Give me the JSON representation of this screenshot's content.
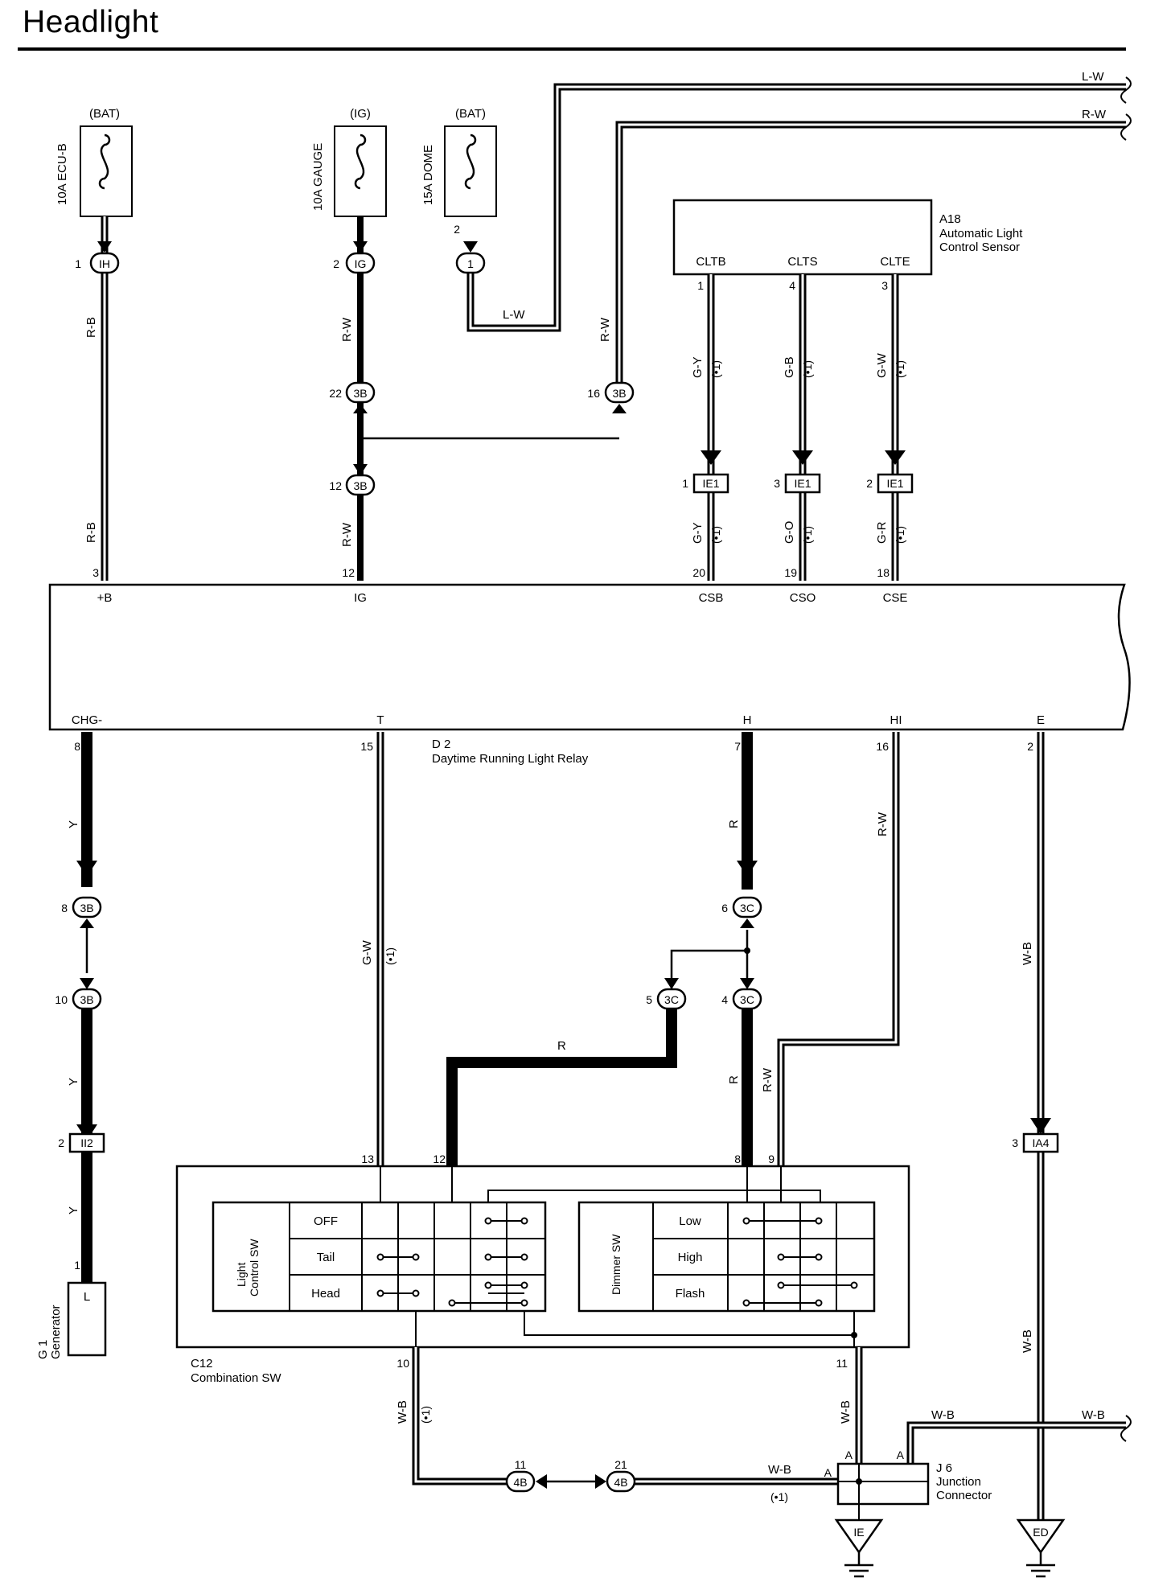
{
  "title": "Headlight",
  "sources": [
    {
      "supply": "(BAT)",
      "fuse": "10A ECU-B"
    },
    {
      "supply": "(IG)",
      "fuse": "10A GAUGE"
    },
    {
      "supply": "(BAT)",
      "fuse": "15A DOME"
    }
  ],
  "wires": {
    "lw": "L-W",
    "rw": "R-W",
    "rb": "R-B",
    "gy": "G-Y",
    "gb": "G-B",
    "gw": "G-W",
    "go": "G-O",
    "gr": "G-R",
    "y": "Y",
    "r": "R",
    "wb": "W-B",
    "note1": "(•1)"
  },
  "connectors": {
    "ih": "IH",
    "ig": "IG",
    "one": "1",
    "b3": "3B",
    "c3": "3C",
    "ie1": "IE1",
    "ii2": "II2",
    "ia4": "IA4",
    "b4": "4B",
    "ie": "IE",
    "ed": "ED",
    "l": "L"
  },
  "pins": {
    "p1": "1",
    "p2": "2",
    "p3": "3",
    "p4": "4",
    "p5": "5",
    "p6": "6",
    "p7": "7",
    "p8": "8",
    "p9": "9",
    "p10": "10",
    "p11": "11",
    "p12": "12",
    "p13": "13",
    "p15": "15",
    "p16": "16",
    "p18": "18",
    "p19": "19",
    "p20": "20",
    "p21": "21",
    "p22": "22",
    "pa": "A"
  },
  "sensor": {
    "id": "A18",
    "name_line1": "Automatic Light",
    "name_line2": "Control Sensor",
    "terminals": [
      "CLTB",
      "CLTS",
      "CLTE"
    ]
  },
  "relay": {
    "id": "D 2",
    "name": "Daytime Running Light Relay",
    "top_terminals": [
      "+B",
      "IG",
      "CSB",
      "CSO",
      "CSE"
    ],
    "bottom_terminals": [
      "CHG-",
      "T",
      "H",
      "HI",
      "E"
    ]
  },
  "generator": {
    "id": "G 1",
    "name": "Generator"
  },
  "combination_sw": {
    "id": "C12",
    "name": "Combination SW",
    "light_sw_line1": "Light",
    "light_sw_line2": "Control SW",
    "light_positions": [
      "OFF",
      "Tail",
      "Head"
    ],
    "dimmer_sw": "Dimmer SW",
    "dimmer_positions": [
      "Low",
      "High",
      "Flash"
    ]
  },
  "junction": {
    "id": "J 6",
    "line1": "Junction",
    "line2": "Connector"
  }
}
